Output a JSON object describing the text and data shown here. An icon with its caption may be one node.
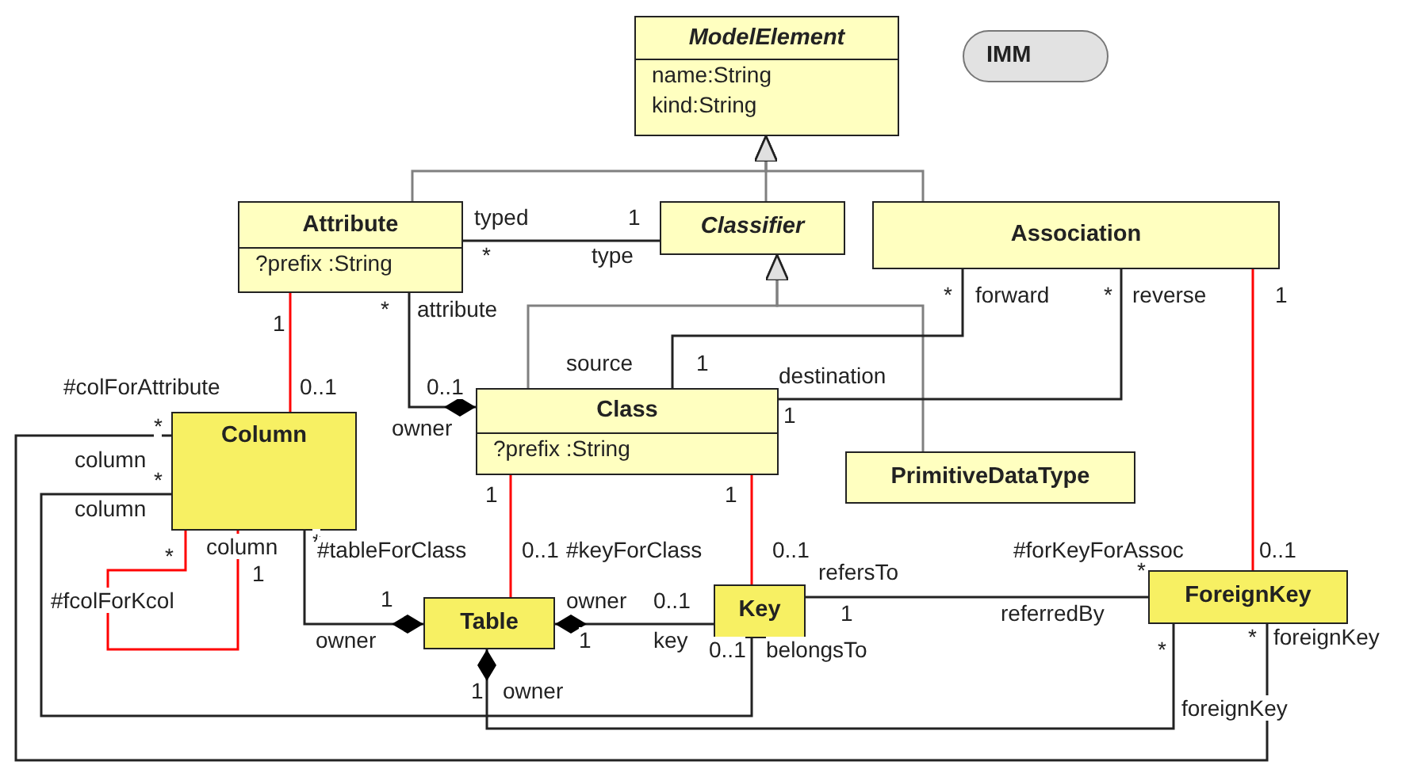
{
  "diagram": {
    "nodes": [
      {
        "text": [
          "ModelElement",
          "name:String",
          "kind:String"
        ]
      },
      {
        "text": [
          "IMM"
        ]
      },
      {
        "text": [
          "Attribute",
          "?prefix :String"
        ]
      },
      {
        "text": [
          "Classifier"
        ]
      },
      {
        "text": [
          "Association"
        ]
      },
      {
        "text": [
          "Column"
        ]
      },
      {
        "text": [
          "Class",
          "?prefix :String"
        ]
      },
      {
        "text": [
          "PrimitiveDataType"
        ]
      },
      {
        "text": [
          "Table"
        ]
      },
      {
        "text": [
          "Key"
        ]
      },
      {
        "text": [
          "ForeignKey"
        ]
      }
    ],
    "edges": [
      {
        "from": 2,
        "to": 0,
        "arrow": "to",
        "color": "#808080"
      },
      {
        "from": 4,
        "to": 0,
        "arrow": "to",
        "color": "#808080"
      },
      {
        "from": 3,
        "to": 0,
        "arrow": "to",
        "color": "#808080"
      },
      {
        "from": 6,
        "to": 3,
        "arrow": "to",
        "color": "#808080"
      },
      {
        "from": 7,
        "to": 3,
        "arrow": "to",
        "color": "#808080"
      },
      {
        "from": 2,
        "to": 3,
        "arrow": "none"
      },
      {
        "from": 2,
        "to": 6,
        "arrow": "other"
      },
      {
        "from": 2,
        "to": 5,
        "arrow": "none",
        "color": "#ff0000"
      },
      {
        "from": 6,
        "to": 4,
        "arrow": "none"
      },
      {
        "from": 6,
        "to": 4,
        "arrow": "none"
      },
      {
        "from": 4,
        "to": 10,
        "arrow": "none",
        "color": "#ff0000"
      },
      {
        "from": 6,
        "to": 8,
        "arrow": "none",
        "color": "#ff0000"
      },
      {
        "from": 6,
        "to": 9,
        "arrow": "none",
        "color": "#ff0000"
      },
      {
        "from": 5,
        "to": 5,
        "arrow": "none",
        "color": "#ff0000"
      },
      {
        "from": 5,
        "to": 8,
        "arrow": "other"
      },
      {
        "from": 9,
        "to": 8,
        "arrow": "other"
      },
      {
        "from": 9,
        "to": 10,
        "arrow": "none"
      },
      {
        "from": 5,
        "to": 9,
        "arrow": "none"
      },
      {
        "from": 5,
        "to": 10,
        "arrow": "none"
      },
      {
        "from": 10,
        "to": 8,
        "arrow": "other"
      }
    ],
    "labels": [
      "typed",
      "1",
      "*",
      "type",
      "*",
      "forward",
      "*",
      "reverse",
      "1",
      "*",
      "attribute",
      "1",
      "source",
      "1",
      "destination",
      "#colForAttribute",
      "0..1",
      "0..1",
      "1",
      "*",
      "owner",
      "column",
      "*",
      "column",
      "1",
      "1",
      "*",
      "*",
      "column",
      "#tableForClass",
      "0..1",
      "#keyForClass",
      "0..1",
      "#forKeyForAssoc",
      "0..1",
      "refersTo",
      "*",
      "1",
      "#fcolForKcol",
      "1",
      "owner",
      "0..1",
      "1",
      "referredBy",
      "owner",
      "1",
      "key",
      "0..1",
      "belongsTo",
      "*",
      "*",
      "foreignKey",
      "1",
      "owner",
      "foreignKey"
    ]
  }
}
